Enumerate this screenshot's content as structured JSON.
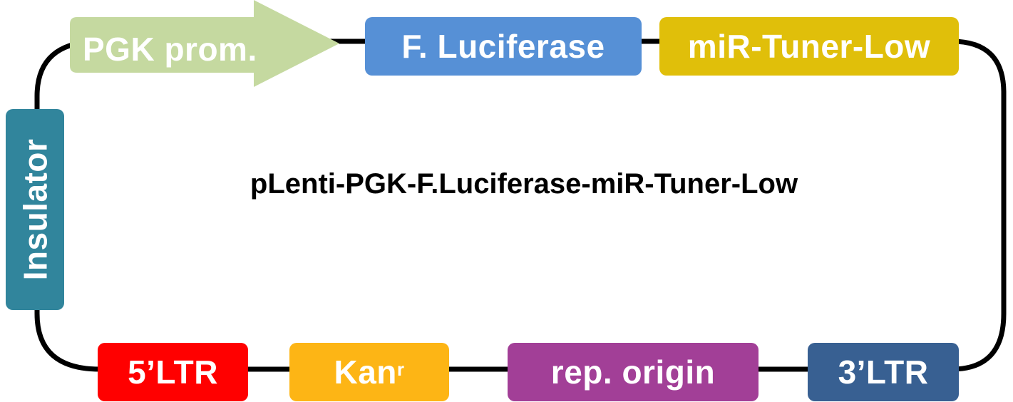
{
  "title": "pLenti-PGK-F.Luciferase-miR-Tuner-Low",
  "elements": {
    "promoter": {
      "label": "PGK prom.",
      "color": "#c5d9a0"
    },
    "luciferase": {
      "label": "F. Luciferase",
      "color": "#5690d6"
    },
    "tuner": {
      "label": "miR-Tuner-Low",
      "color": "#e0bf0a"
    },
    "insulator": {
      "label": "Insulator",
      "color": "#31859c"
    },
    "ltr5": {
      "label": "5’LTR",
      "color": "#ff0000"
    },
    "kan": {
      "label": "Kan",
      "superscript": "r",
      "color": "#fdb515"
    },
    "rep_origin": {
      "label": "rep. origin",
      "color": "#a23f97"
    },
    "ltr3": {
      "label": "3’LTR",
      "color": "#386092"
    }
  },
  "backbone_color": "#000000"
}
